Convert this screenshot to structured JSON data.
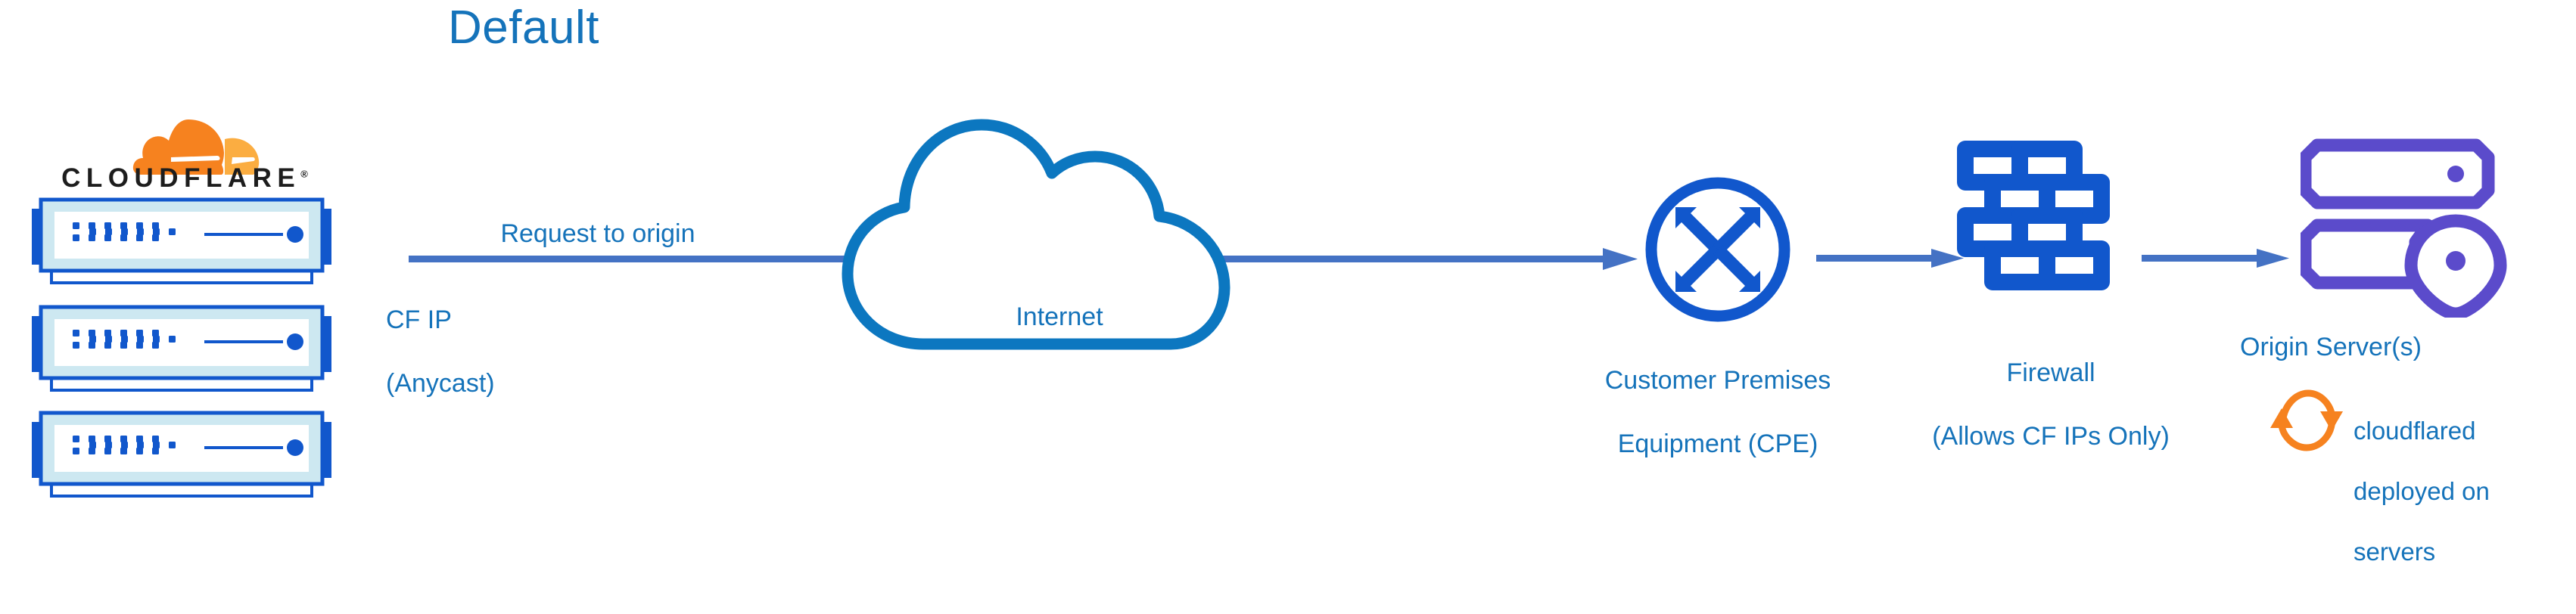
{
  "title": "Default",
  "brand": {
    "wordmark": "CLOUDFLARE",
    "registered_mark": "®",
    "logo_icon": "cloudflare-cloud-logo"
  },
  "colors": {
    "title_blue": "#1573BA",
    "label_blue": "#1573BA",
    "cloud_outline_blue": "#0C77C0",
    "arrow_blue": "#4472C4",
    "device_blue": "#1157CC",
    "device_fill_light": "#D3EAF2",
    "origin_purple": "#5B4BCB",
    "cloudflare_orange": "#F6821F",
    "cloudflare_orange_light": "#FBAD41",
    "wordmark_black": "#1D1D1D",
    "background": "#FFFFFF"
  },
  "nodes": [
    {
      "id": "cloudflare-edge",
      "icon": "server-rack-icon",
      "count": 3,
      "label": ""
    },
    {
      "id": "internet",
      "icon": "cloud-icon",
      "label": "Internet"
    },
    {
      "id": "cpe",
      "icon": "router-icon",
      "label": "Customer Premises\nEquipment (CPE)",
      "label_line1": "Customer Premises",
      "label_line2": "Equipment (CPE)"
    },
    {
      "id": "firewall",
      "icon": "brick-wall-icon",
      "label": "Firewall\n(Allows CF IPs Only)",
      "label_line1": "Firewall",
      "label_line2": "(Allows CF IPs Only)"
    },
    {
      "id": "origin",
      "icon": "origin-server-pin-icon",
      "label": "Origin Server(s)"
    }
  ],
  "annotations": {
    "request_to_origin": "Request to origin",
    "cf_ip": "CF IP\n(Anycast)",
    "cf_ip_line1": "CF IP",
    "cf_ip_line2": "(Anycast)",
    "cloudflared": "cloudflared\ndeployed on\nservers",
    "cloudflared_line1": "cloudflared",
    "cloudflared_line2": "deployed on",
    "cloudflared_line3": "servers",
    "cloudflared_icon": "sync-arrows-icon"
  },
  "edges": [
    {
      "from": "cloudflare-edge",
      "to": "cpe",
      "label": "Request to origin",
      "icon": "arrow-right-icon"
    },
    {
      "from": "cpe",
      "to": "firewall",
      "label": "",
      "icon": "arrow-right-icon"
    },
    {
      "from": "firewall",
      "to": "origin",
      "label": "",
      "icon": "arrow-right-icon"
    }
  ]
}
